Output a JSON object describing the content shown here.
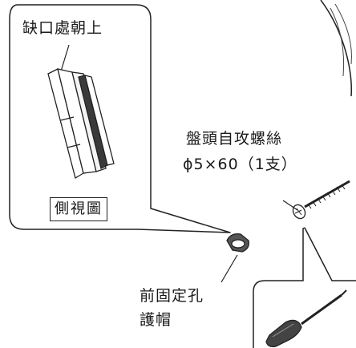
{
  "callout": {
    "note": "缺口處朝上",
    "view_label": "側視圖"
  },
  "screw": {
    "name": "盤頭自攻螺絲",
    "spec": "ϕ5×60（1支）"
  },
  "cap": {
    "label_line1": "前固定孔",
    "label_line2": "護帽"
  }
}
